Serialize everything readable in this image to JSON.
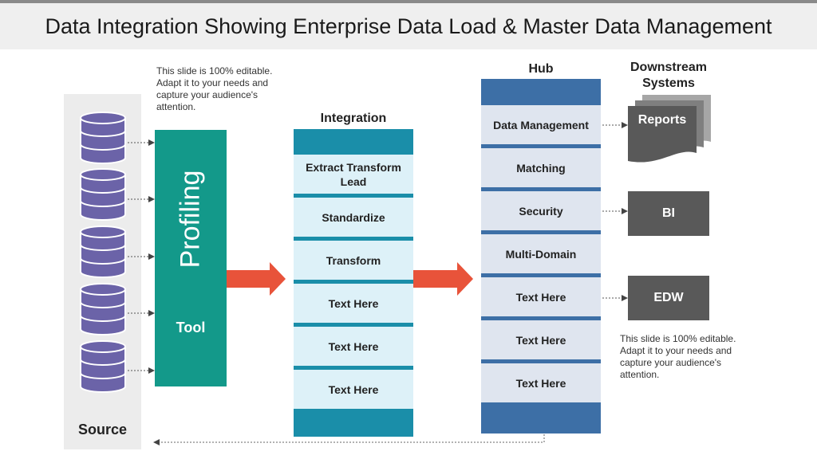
{
  "title": "Data Integration Showing Enterprise Data Load & Master Data Management",
  "notes": {
    "top": "This slide is 100% editable. Adapt it to your needs and capture your audience's attention.",
    "bottom": "This slide is 100% editable. Adapt it to your needs and capture your audience's attention."
  },
  "source": {
    "label": "Source",
    "icon": "database-icon"
  },
  "profiling": {
    "main_label": "Profiling",
    "sub_label": "Tool"
  },
  "integration": {
    "title": "Integration",
    "items": [
      "Extract Transform Lead",
      "Standardize",
      "Transform",
      "Text Here",
      "Text Here",
      "Text Here"
    ]
  },
  "hub": {
    "title": "Hub",
    "items": [
      "Data Management",
      "Matching",
      "Security",
      "Multi-Domain",
      "Text Here",
      "Text Here",
      "Text Here"
    ]
  },
  "downstream": {
    "title": "Downstream Systems",
    "items": [
      "Reports",
      "BI",
      "EDW"
    ]
  },
  "colors": {
    "profiling": "#13998a",
    "integration_dark": "#1a8ea9",
    "integration_light": "#ddf1f8",
    "hub_dark": "#3d6fa6",
    "hub_light": "#dfe5ef",
    "arrow": "#e8533a",
    "database": "#6b63a8",
    "downstream": "#595959"
  }
}
